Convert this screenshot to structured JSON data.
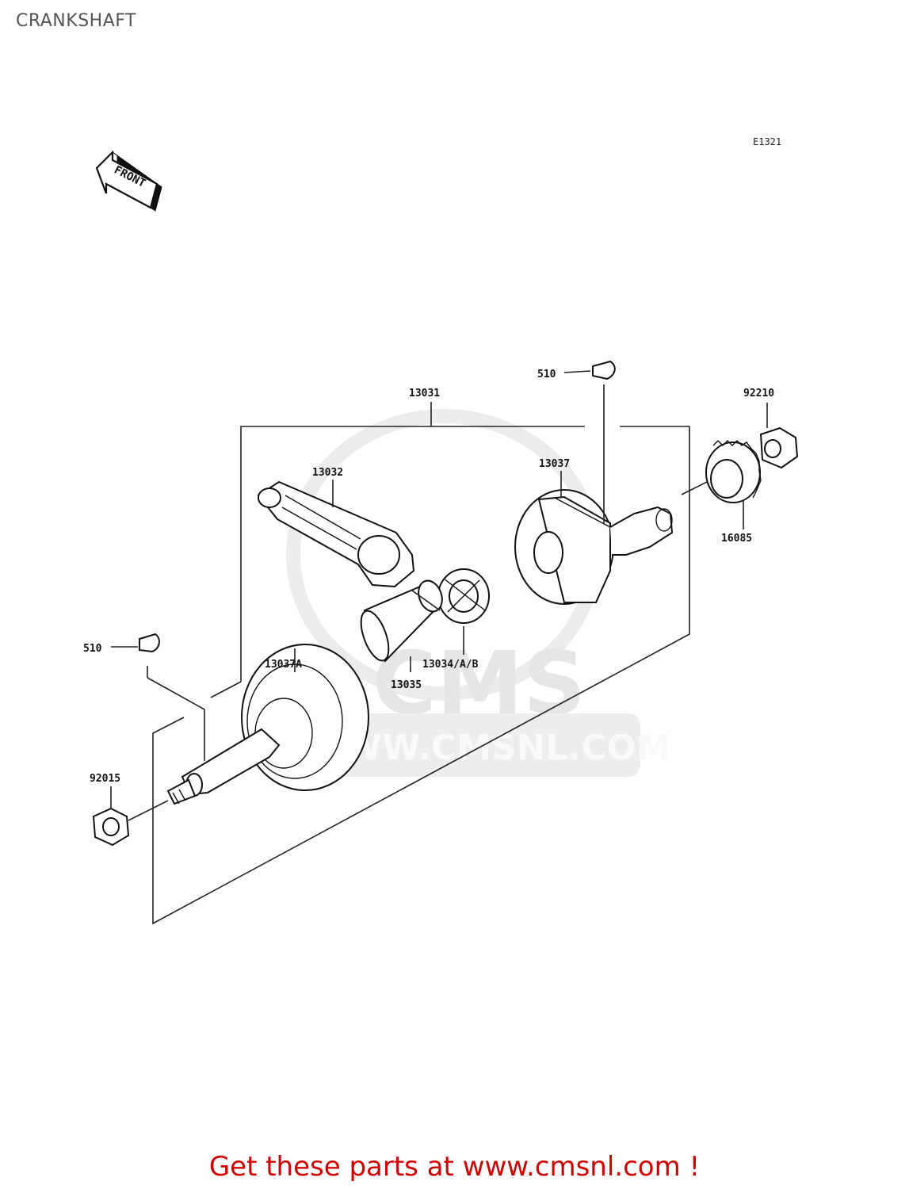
{
  "page": {
    "title": "CRANKSHAFT",
    "diagram_code": "E1321"
  },
  "front_indicator": {
    "label": "FRONT"
  },
  "watermark": {
    "brand": "CMS",
    "site": "WWW.CMSNL.COM"
  },
  "parts": [
    {
      "id": "13031",
      "label": "13031"
    },
    {
      "id": "510-top",
      "label": "510"
    },
    {
      "id": "92210",
      "label": "92210"
    },
    {
      "id": "13032",
      "label": "13032"
    },
    {
      "id": "13037",
      "label": "13037"
    },
    {
      "id": "16085",
      "label": "16085"
    },
    {
      "id": "13037A",
      "label": "13037A"
    },
    {
      "id": "510-left",
      "label": "510"
    },
    {
      "id": "13034",
      "label": "13034/A/B"
    },
    {
      "id": "13035",
      "label": "13035"
    },
    {
      "id": "92015",
      "label": "92015"
    }
  ],
  "promo": {
    "text": "Get these parts at www.cmsnl.com !"
  },
  "colors": {
    "promo": "#d10000",
    "title": "#555555",
    "watermark": "#e6e6e6"
  }
}
